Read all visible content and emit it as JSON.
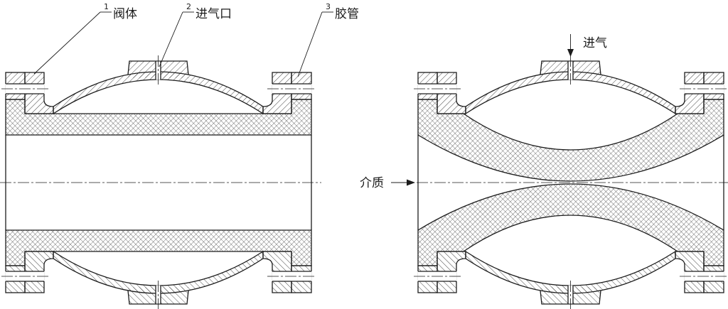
{
  "callouts": [
    {
      "number": "1",
      "label": "阀体"
    },
    {
      "number": "2",
      "label": "进气口"
    },
    {
      "number": "3",
      "label": "胶管"
    }
  ],
  "flow_labels": {
    "air_inlet": "进气",
    "medium": "介质"
  },
  "colors": {
    "line": "#1c1c1c",
    "background": "#ffffff"
  }
}
